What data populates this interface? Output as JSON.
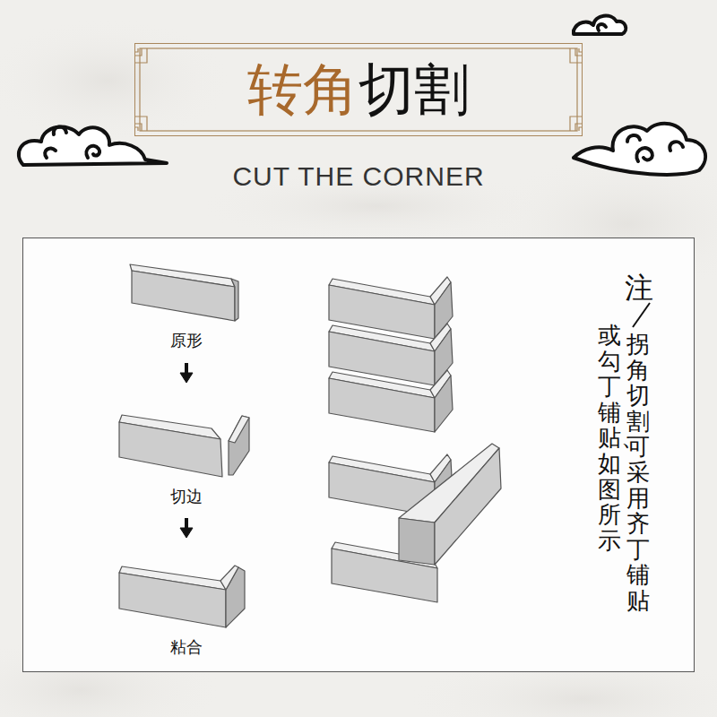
{
  "diagram": {
    "nodes": [
      {
        "text": [
          "转角",
          "切割"
        ]
      },
      {
        "text": [
          "原形",
          "切边",
          "粘合",
          "注",
          "拐角切割可采用齐丁铺贴",
          "或勾丁铺贴、如图所示"
        ]
      }
    ],
    "labels": [
      "CUT THE CORNER"
    ]
  }
}
